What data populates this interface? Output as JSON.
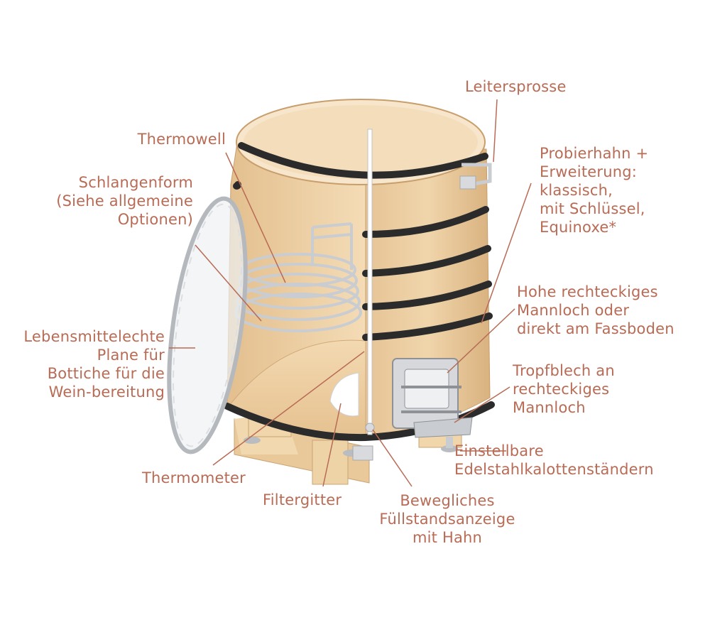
{
  "labels": {
    "leitersprosse": "Leitersprosse",
    "probierhahn": "Probierhahn +\nErweiterung:\nklassisch,\nmit Schlüssel,\nEquinoxe*",
    "thermowell": "Thermowell",
    "schlangenform": "Schlangenform\n(Siehe allgemeine\nOptionen)",
    "mannloch_hoch": "Hohe rechteckiges\nMannloch oder\ndirekt am Fassboden",
    "plane": "Lebensmittelechte\nPlane für\nBottiche für die\nWein-bereitung",
    "tropfblech": "Tropfblech an\nrechteckiges\nMannloch",
    "staender": "Einstellbare\nEdelstahlkalottenständern",
    "thermometer": "Thermometer",
    "filtergitter": "Filtergitter",
    "fuellstand": "Bewegliches\nFüllstandsanzeige\nmit Hahn"
  },
  "colors": {
    "label": "#b86b55",
    "leader": "#b86b55",
    "wood": "#e8c79a",
    "wood_dark": "#d4a874",
    "hoop": "#2b2b2b",
    "steel": "#c9ccd0"
  }
}
